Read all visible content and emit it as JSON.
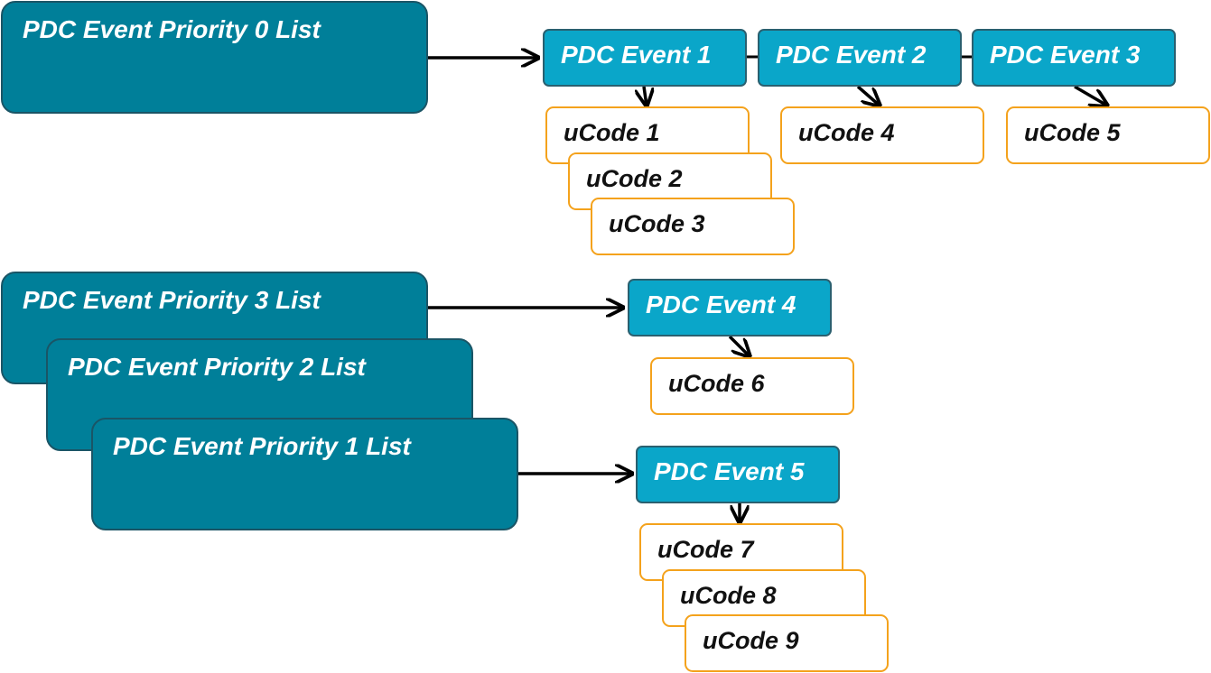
{
  "colors": {
    "priority_fill": "#007f99",
    "event_fill": "#0aa6c9",
    "ucode_border": "#f4a21c"
  },
  "priority_lists": {
    "p0": "PDC Event Priority 0 List",
    "p3": "PDC Event Priority 3 List",
    "p2": "PDC Event Priority 2 List",
    "p1": "PDC Event Priority 1 List"
  },
  "events": {
    "e1": "PDC Event 1",
    "e2": "PDC Event 2",
    "e3": "PDC Event 3",
    "e4": "PDC Event 4",
    "e5": "PDC Event 5"
  },
  "ucodes": {
    "u1": "uCode 1",
    "u2": "uCode 2",
    "u3": "uCode 3",
    "u4": "uCode 4",
    "u5": "uCode 5",
    "u6": "uCode 6",
    "u7": "uCode 7",
    "u8": "uCode 8",
    "u9": "uCode 9"
  },
  "edges": [
    {
      "from": "PDC Event Priority 0 List",
      "to": "PDC Event 1"
    },
    {
      "from": "PDC Event 1",
      "to": "PDC Event 2"
    },
    {
      "from": "PDC Event 2",
      "to": "PDC Event 3"
    },
    {
      "from": "PDC Event 1",
      "to": "uCode 1"
    },
    {
      "from": "PDC Event 2",
      "to": "uCode 4"
    },
    {
      "from": "PDC Event 3",
      "to": "uCode 5"
    },
    {
      "from": "PDC Event Priority 3 List",
      "to": "PDC Event 4"
    },
    {
      "from": "PDC Event 4",
      "to": "uCode 6"
    },
    {
      "from": "PDC Event Priority 1 List",
      "to": "PDC Event 5"
    },
    {
      "from": "PDC Event 5",
      "to": "uCode 7"
    }
  ]
}
